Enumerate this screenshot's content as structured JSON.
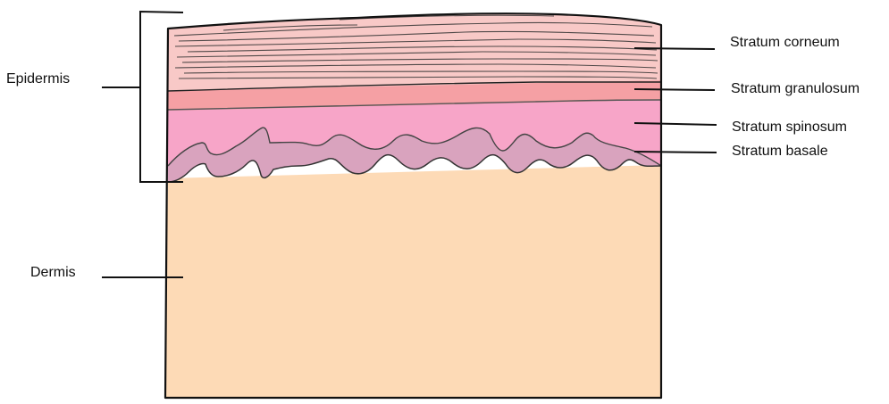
{
  "colors": {
    "corneum": "#f8c9c7",
    "granulosum": "#f5a0a4",
    "spinosum": "#f7a5c8",
    "basale": "#d9a3be",
    "dermis": "#fddab6",
    "outline": "#111111"
  },
  "labels": {
    "epidermis": "Epidermis",
    "dermis": "Dermis",
    "stratum_corneum": "Stratum corneum",
    "stratum_granulosum": "Stratum granulosum",
    "stratum_spinosum": "Stratum spinosum",
    "stratum_basale": "Stratum basale"
  }
}
